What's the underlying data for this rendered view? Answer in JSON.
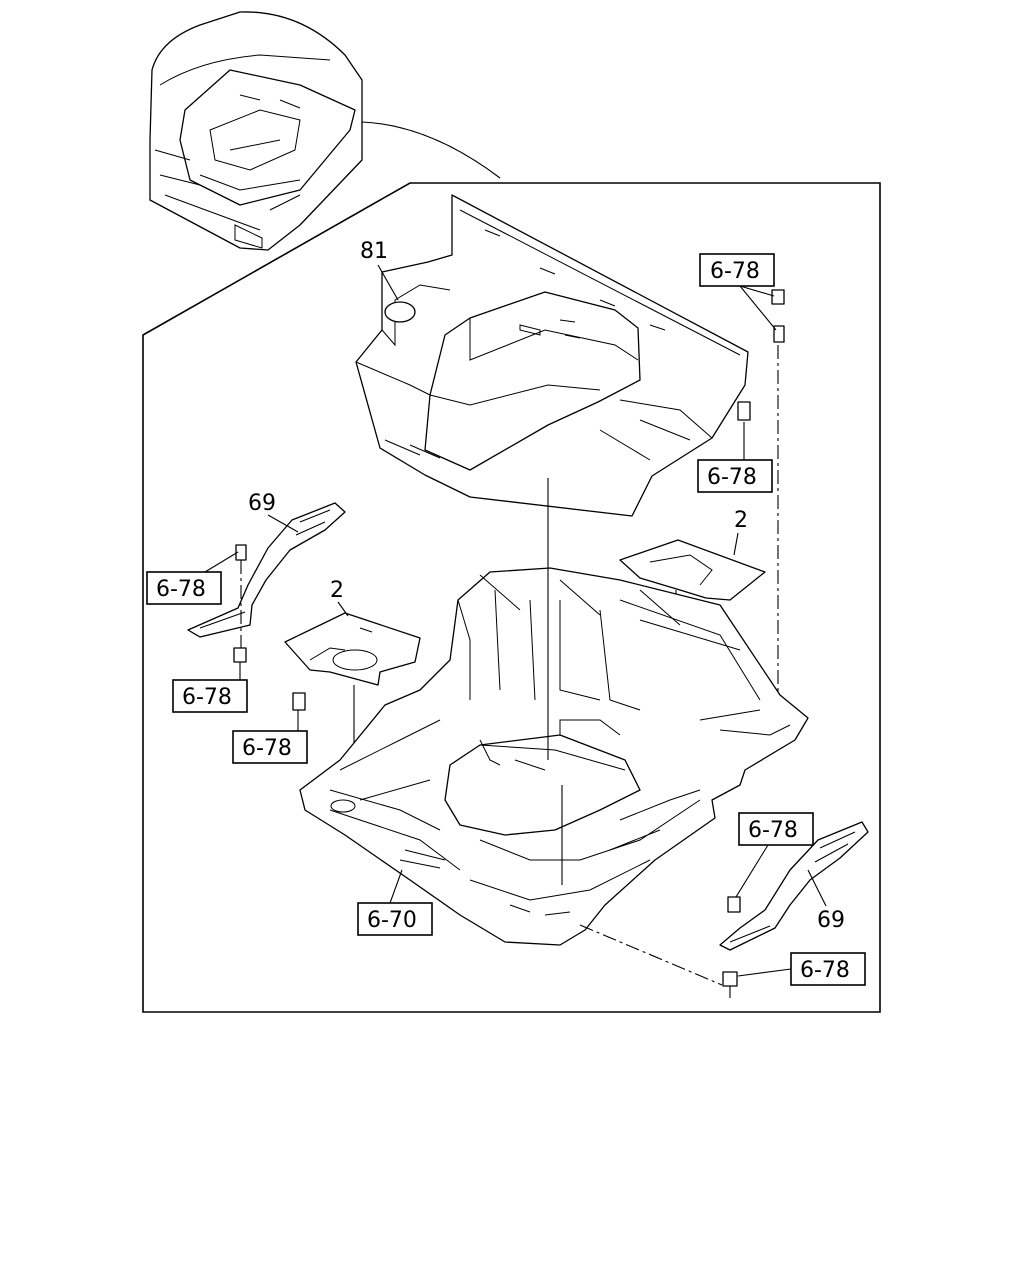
{
  "diagram": {
    "part_numbers": {
      "floor_cover": "81",
      "heat_insulator_left": "2",
      "heat_insulator_right": "2",
      "step_plate_left": "69",
      "step_plate_right": "69"
    },
    "reference_labels": {
      "clip_top_right_upper": "6-78",
      "clip_top_right_lower": "6-78",
      "clip_left_upper": "6-78",
      "clip_left_middle": "6-78",
      "clip_left_lower": "6-78",
      "clip_right_upper": "6-78",
      "clip_right_lower": "6-78",
      "floor_panel": "6-70"
    }
  },
  "colors": {
    "line": "#000000",
    "background": "#ffffff"
  }
}
